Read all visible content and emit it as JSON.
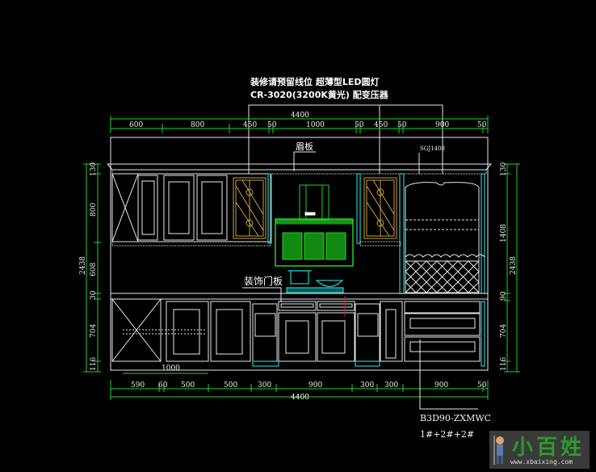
{
  "notes": {
    "led_line1": "装修请预留线位 超薄型LED圆灯",
    "led_line2": "CR-3020(3200K黄光) 配变压器",
    "crown_label": "眉板",
    "wine_rack_label": "SGJ1408",
    "decor_panel_label": "装饰门板",
    "model_code": "B3D90-ZXMWC",
    "model_parts": "1#+2#+2#"
  },
  "dimensions": {
    "top_total": "4400",
    "top_segments": [
      "600",
      "800",
      "450",
      "50",
      "1000",
      "50",
      "450",
      "50",
      "900",
      "50"
    ],
    "bottom_total": "4400",
    "bottom_segments": [
      "590",
      "60",
      "500",
      "500",
      "300",
      "900",
      "300",
      "300",
      "900",
      "50"
    ],
    "bottom_inner": "1000",
    "left_total": "2438",
    "left_segments": [
      "130",
      "800",
      "608",
      "30",
      "704",
      "116"
    ],
    "right_total": "2438",
    "right_segments": [
      "130",
      "1408",
      "90",
      "704",
      "116"
    ]
  },
  "watermark": {
    "brand": "小百姓",
    "url": "www.xbaixing.com"
  },
  "colors": {
    "dimension": "#22d422",
    "linework": "#e8e8e8",
    "accent": "#22c8c8",
    "glass": "#c8a040"
  }
}
